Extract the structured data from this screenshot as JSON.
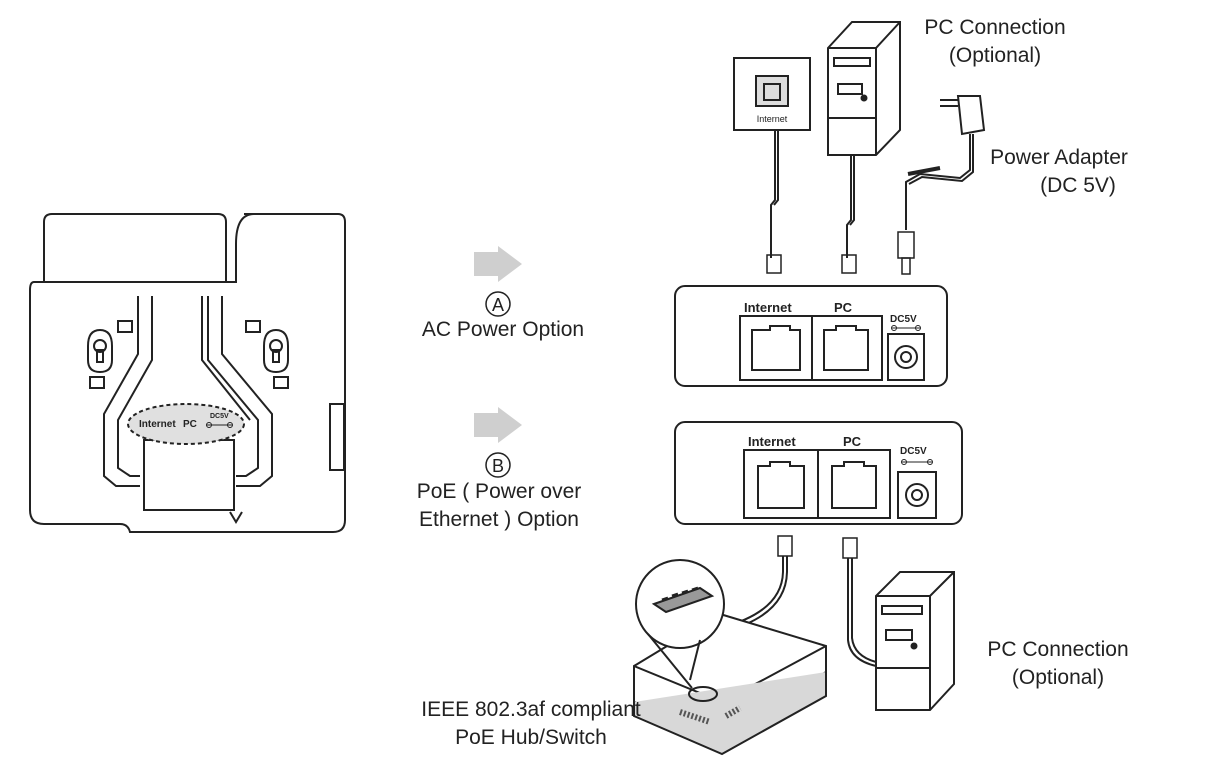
{
  "labels": {
    "pc_connection_top": [
      "PC Connection",
      "(Optional)"
    ],
    "power_adapter": [
      "Power Adapter",
      "(DC 5V)"
    ],
    "option_a_letter": "A",
    "option_a": "AC Power Option",
    "option_b_letter": "B",
    "option_b": [
      "PoE ( Power over",
      "Ethernet ) Option"
    ],
    "pc_connection_bottom": [
      "PC Connection",
      "(Optional)"
    ],
    "poe_switch": [
      "IEEE 802.3af compliant",
      "PoE Hub/Switch"
    ]
  },
  "ports": {
    "internet": "Internet",
    "pc": "PC",
    "dc": "DC5V"
  },
  "wall_jack_label": "Internet"
}
